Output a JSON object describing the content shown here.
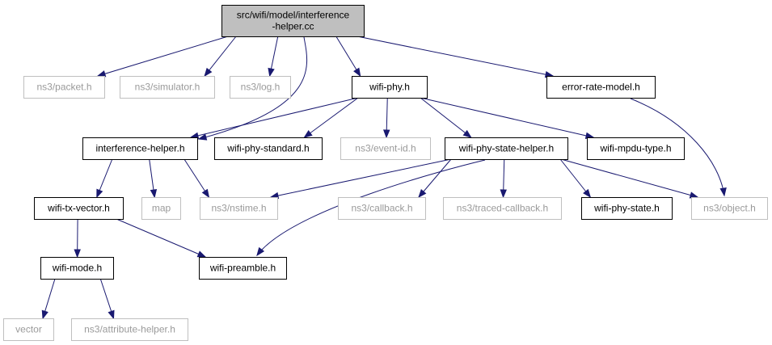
{
  "diagram": {
    "colors": {
      "edge": "#191970",
      "external_border": "#bfbfbf",
      "root_fill": "#bfbfbf"
    },
    "nodes": [
      {
        "id": "root",
        "kind": "root",
        "lines": [
          "src/wifi/model/interference",
          "-helper.cc"
        ]
      },
      {
        "id": "packet",
        "kind": "external",
        "lines": [
          "ns3/packet.h"
        ]
      },
      {
        "id": "simulator",
        "kind": "external",
        "lines": [
          "ns3/simulator.h"
        ]
      },
      {
        "id": "log",
        "kind": "external",
        "lines": [
          "ns3/log.h"
        ]
      },
      {
        "id": "wifiphy",
        "kind": "local",
        "lines": [
          "wifi-phy.h"
        ]
      },
      {
        "id": "errrate",
        "kind": "local",
        "lines": [
          "error-rate-model.h"
        ]
      },
      {
        "id": "interf",
        "kind": "local",
        "lines": [
          "interference-helper.h"
        ]
      },
      {
        "id": "phystd",
        "kind": "local",
        "lines": [
          "wifi-phy-standard.h"
        ]
      },
      {
        "id": "eventid",
        "kind": "external",
        "lines": [
          "ns3/event-id.h"
        ]
      },
      {
        "id": "statehelper",
        "kind": "local",
        "lines": [
          "wifi-phy-state-helper.h"
        ]
      },
      {
        "id": "mpdu",
        "kind": "local",
        "lines": [
          "wifi-mpdu-type.h"
        ]
      },
      {
        "id": "txvector",
        "kind": "local",
        "lines": [
          "wifi-tx-vector.h"
        ]
      },
      {
        "id": "map",
        "kind": "external",
        "lines": [
          "map"
        ]
      },
      {
        "id": "nstime",
        "kind": "external",
        "lines": [
          "ns3/nstime.h"
        ]
      },
      {
        "id": "callback",
        "kind": "external",
        "lines": [
          "ns3/callback.h"
        ]
      },
      {
        "id": "traced",
        "kind": "external",
        "lines": [
          "ns3/traced-callback.h"
        ]
      },
      {
        "id": "physstate",
        "kind": "local",
        "lines": [
          "wifi-phy-state.h"
        ]
      },
      {
        "id": "object",
        "kind": "external",
        "lines": [
          "ns3/object.h"
        ]
      },
      {
        "id": "mode",
        "kind": "local",
        "lines": [
          "wifi-mode.h"
        ]
      },
      {
        "id": "preamble",
        "kind": "local",
        "lines": [
          "wifi-preamble.h"
        ]
      },
      {
        "id": "vector",
        "kind": "external",
        "lines": [
          "vector"
        ]
      },
      {
        "id": "attrhelper",
        "kind": "external",
        "lines": [
          "ns3/attribute-helper.h"
        ]
      }
    ],
    "edges": [
      {
        "from": "root",
        "to": "packet"
      },
      {
        "from": "root",
        "to": "simulator"
      },
      {
        "from": "root",
        "to": "log"
      },
      {
        "from": "root",
        "to": "interf"
      },
      {
        "from": "root",
        "to": "wifiphy"
      },
      {
        "from": "root",
        "to": "errrate"
      },
      {
        "from": "wifiphy",
        "to": "interf"
      },
      {
        "from": "wifiphy",
        "to": "phystd"
      },
      {
        "from": "wifiphy",
        "to": "eventid"
      },
      {
        "from": "wifiphy",
        "to": "statehelper"
      },
      {
        "from": "wifiphy",
        "to": "mpdu"
      },
      {
        "from": "errrate",
        "to": "object"
      },
      {
        "from": "interf",
        "to": "txvector"
      },
      {
        "from": "interf",
        "to": "map"
      },
      {
        "from": "interf",
        "to": "nstime"
      },
      {
        "from": "statehelper",
        "to": "nstime"
      },
      {
        "from": "statehelper",
        "to": "preamble"
      },
      {
        "from": "statehelper",
        "to": "callback"
      },
      {
        "from": "statehelper",
        "to": "traced"
      },
      {
        "from": "statehelper",
        "to": "physstate"
      },
      {
        "from": "statehelper",
        "to": "object"
      },
      {
        "from": "txvector",
        "to": "mode"
      },
      {
        "from": "txvector",
        "to": "preamble"
      },
      {
        "from": "mode",
        "to": "vector"
      },
      {
        "from": "mode",
        "to": "attrhelper"
      }
    ]
  }
}
